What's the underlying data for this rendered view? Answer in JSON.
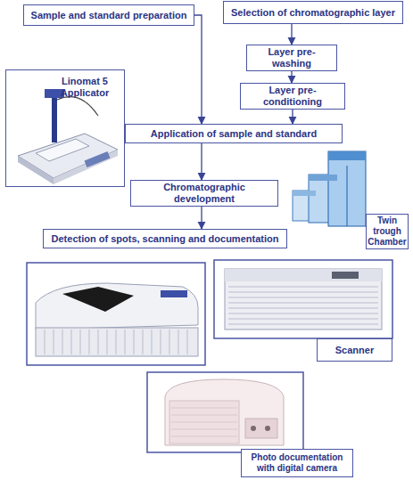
{
  "diagram": {
    "nodes": [
      {
        "text": [
          "Sample and standard preparation"
        ]
      },
      {
        "text": [
          "Selection of chromatographic layer"
        ]
      },
      {
        "text": [
          "Layer pre-washing"
        ]
      },
      {
        "text": [
          "Layer pre-conditioning"
        ]
      },
      {
        "text": [
          "Linomat 5 Applicator"
        ]
      },
      {
        "text": [
          "Application of sample and standard"
        ]
      },
      {
        "text": [
          "Chromatographic development"
        ]
      },
      {
        "text": [
          "Detection of spots, scanning and documentation"
        ]
      },
      {
        "text": [
          "Twin trough Chamber"
        ]
      },
      {
        "text": [
          "Scanner"
        ]
      },
      {
        "text": [
          "Photo documentation with digital camera"
        ]
      }
    ],
    "edges": [
      {
        "from": 0,
        "to": 5,
        "arrow": "to"
      },
      {
        "from": 1,
        "to": 2,
        "arrow": "to"
      },
      {
        "from": 2,
        "to": 3,
        "arrow": "to"
      },
      {
        "from": 3,
        "to": 5,
        "arrow": "to"
      },
      {
        "from": 5,
        "to": 6,
        "arrow": "to"
      },
      {
        "from": 6,
        "to": 7,
        "arrow": "to"
      }
    ]
  }
}
